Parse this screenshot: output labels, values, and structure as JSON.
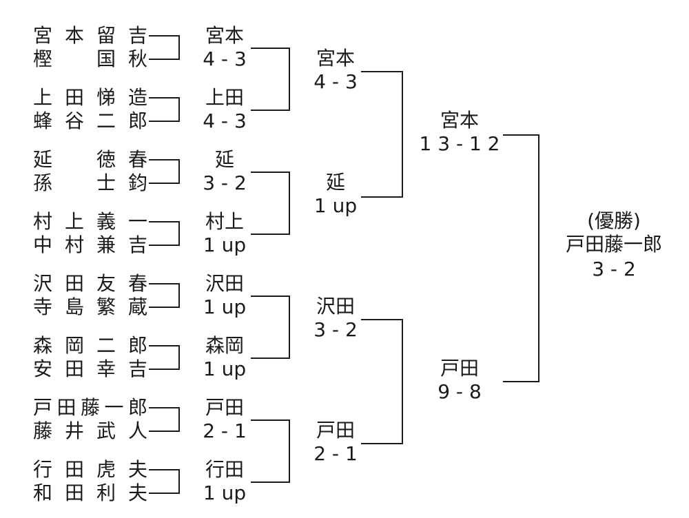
{
  "players": [
    "宮 本 留 吉",
    "樫 　 国 秋",
    "上 田 悌 造",
    "蜂 谷 二 郎",
    "延 　 徳 春",
    "孫 　 士 鈞",
    "村 上 義 一",
    "中 村 兼 吉",
    "沢 田 友 春",
    "寺 島 繁 蔵",
    "森 岡 二 郎",
    "安 田 幸 吉",
    "戸 田 藤 一 郎",
    "藤 井 武 人",
    "行 田 虎 夫",
    "和 田 利 夫"
  ],
  "round1": [
    {
      "winner": "宮本",
      "score": "4 - 3"
    },
    {
      "winner": "上田",
      "score": "4 - 3"
    },
    {
      "winner": "延",
      "score": "3 - 2"
    },
    {
      "winner": "村上",
      "score": "1 up"
    },
    {
      "winner": "沢田",
      "score": "1 up"
    },
    {
      "winner": "森岡",
      "score": "1 up"
    },
    {
      "winner": "戸田",
      "score": "2 - 1"
    },
    {
      "winner": "行田",
      "score": "1 up"
    }
  ],
  "quarterfinals": [
    {
      "winner": "宮本",
      "score": "4 - 3"
    },
    {
      "winner": "延",
      "score": "1 up"
    },
    {
      "winner": "沢田",
      "score": "3 - 2"
    },
    {
      "winner": "戸田",
      "score": "2 - 1"
    }
  ],
  "semifinals": [
    {
      "winner": "宮本",
      "score": "1 3 - 1 2"
    },
    {
      "winner": "戸田",
      "score": "9 - 8"
    }
  ],
  "champion": {
    "label": "(優勝)",
    "name": "戸田藤一郎",
    "score": "3 - 2"
  }
}
